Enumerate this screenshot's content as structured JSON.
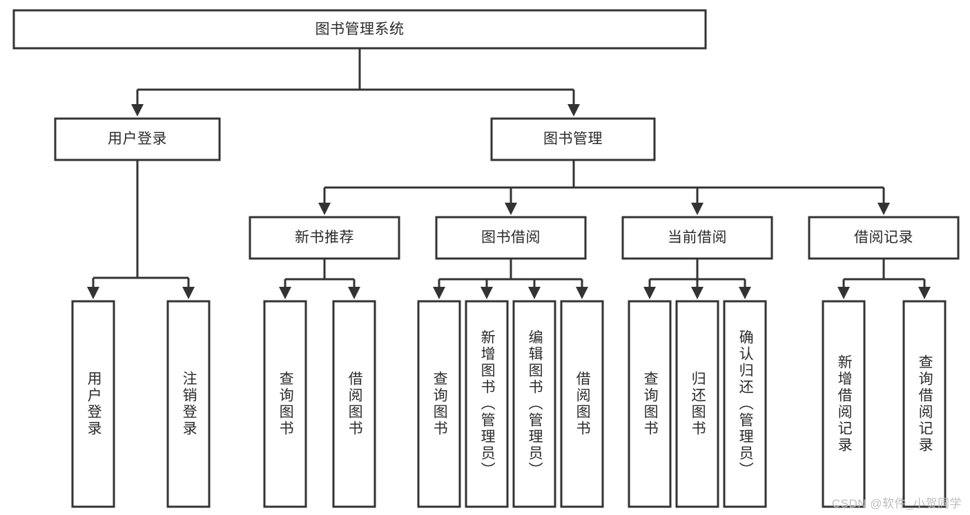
{
  "diagram": {
    "title": "图书管理系统",
    "watermark": "CSDN @软件_小贺同学",
    "style": {
      "box_fill": "#ffffff",
      "box_stroke": "#333333",
      "text_color": "#2b2b2b",
      "watermark_color": "#bdbdbd",
      "background": "#ffffff"
    },
    "levels": {
      "root": {
        "label": "图书管理系统"
      },
      "level2": [
        {
          "id": "user-login",
          "label": "用户登录"
        },
        {
          "id": "book-management",
          "label": "图书管理"
        }
      ],
      "level3": [
        {
          "id": "new-book-recommend",
          "label": "新书推荐",
          "parent": "book-management"
        },
        {
          "id": "book-borrow",
          "label": "图书借阅",
          "parent": "book-management"
        },
        {
          "id": "current-borrow",
          "label": "当前借阅",
          "parent": "book-management"
        },
        {
          "id": "borrow-record",
          "label": "借阅记录",
          "parent": "book-management"
        }
      ],
      "leaves": [
        {
          "id": "leaf-user-login",
          "label": "用户登录",
          "parent": "user-login"
        },
        {
          "id": "leaf-logout-login",
          "label": "注销登录",
          "parent": "user-login"
        },
        {
          "id": "leaf-query-book-1",
          "label": "查询图书",
          "parent": "new-book-recommend"
        },
        {
          "id": "leaf-borrow-book-1",
          "label": "借阅图书",
          "parent": "new-book-recommend"
        },
        {
          "id": "leaf-query-book-2",
          "label": "查询图书",
          "parent": "book-borrow"
        },
        {
          "id": "leaf-add-book-admin",
          "label": "新增图书（管理员）",
          "parent": "book-borrow"
        },
        {
          "id": "leaf-edit-book-admin",
          "label": "编辑图书（管理员）",
          "parent": "book-borrow"
        },
        {
          "id": "leaf-borrow-book-2",
          "label": "借阅图书",
          "parent": "book-borrow"
        },
        {
          "id": "leaf-query-book-3",
          "label": "查询图书",
          "parent": "current-borrow"
        },
        {
          "id": "leaf-return-book",
          "label": "归还图书",
          "parent": "current-borrow"
        },
        {
          "id": "leaf-confirm-return-admin",
          "label": "确认归还（管理员）",
          "parent": "current-borrow"
        },
        {
          "id": "leaf-add-borrow-record",
          "label": "新增借阅记录",
          "parent": "borrow-record"
        },
        {
          "id": "leaf-query-borrow-record",
          "label": "查询借阅记录",
          "parent": "borrow-record"
        }
      ]
    }
  }
}
